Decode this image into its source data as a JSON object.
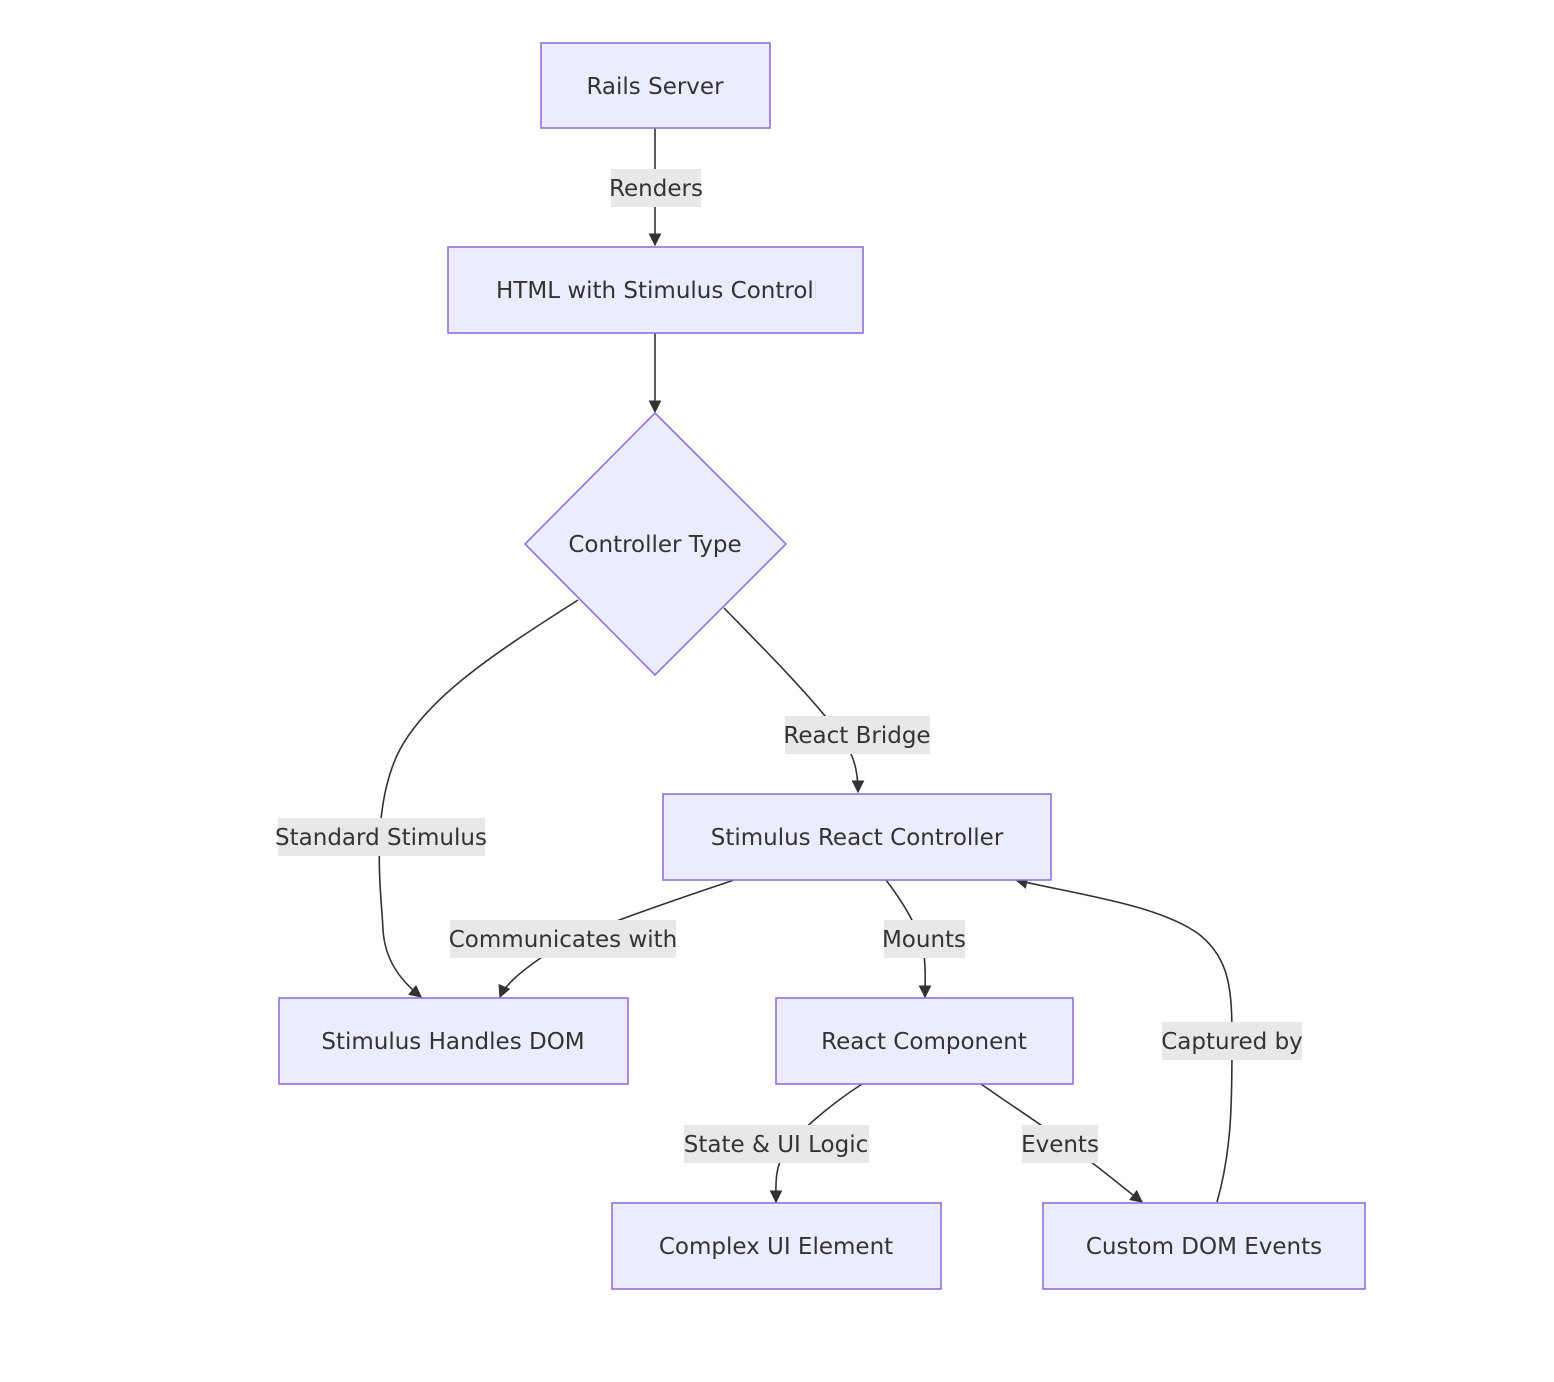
{
  "nodes": {
    "rails_server": "Rails Server",
    "html_stimulus": "HTML with Stimulus Controll",
    "controller_type": "Controller Type",
    "stimulus_react_controller": "Stimulus React Controller",
    "stimulus_handles_dom": "Stimulus Handles DOM",
    "react_component": "React Component",
    "complex_ui_element": "Complex UI Element",
    "custom_dom_events": "Custom DOM Events"
  },
  "edges": {
    "renders": "Renders",
    "react_bridge": "React Bridge",
    "standard_stimulus": "Standard Stimulus",
    "communicates_with": "Communicates with",
    "mounts": "Mounts",
    "captured_by": "Captured by",
    "state_ui_logic": "State & UI Logic",
    "events": "Events"
  },
  "colors": {
    "node_fill": "#ececff",
    "node_stroke": "#9370db",
    "edge_stroke": "#333333",
    "edge_label_bg": "#e8e8e8",
    "text": "#333333"
  }
}
